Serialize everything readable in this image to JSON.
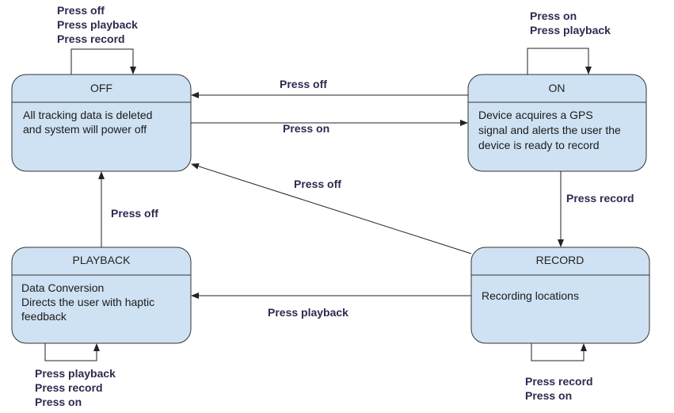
{
  "colors": {
    "state_fill": "#cfe2f3",
    "state_stroke": "#333333",
    "edge_stroke": "#222222",
    "label_text": "#2e2a4f"
  },
  "states": {
    "off": {
      "title": "OFF",
      "desc": [
        "All tracking data is deleted",
        "and system will power off"
      ],
      "self_loop": [
        "Press off",
        "Press playback",
        "Press record"
      ]
    },
    "on": {
      "title": "ON",
      "desc": [
        "Device acquires a GPS",
        "signal and alerts the user the",
        "device is ready to record"
      ],
      "self_loop": [
        "Press on",
        "Press playback"
      ]
    },
    "playback": {
      "title": "PLAYBACK",
      "desc": [
        "Data Conversion",
        "Directs the user with haptic",
        "feedback"
      ],
      "self_loop": [
        "Press playback",
        "Press record",
        "Press on"
      ]
    },
    "record": {
      "title": "RECORD",
      "desc": [
        "Recording locations"
      ],
      "self_loop": [
        "Press record",
        "Press on"
      ]
    }
  },
  "transitions": {
    "on_to_off": "Press off",
    "off_to_on": "Press on",
    "on_to_record": "Press record",
    "record_to_off": "Press off",
    "playback_to_off": "Press off",
    "record_to_playback": "Press playback"
  }
}
